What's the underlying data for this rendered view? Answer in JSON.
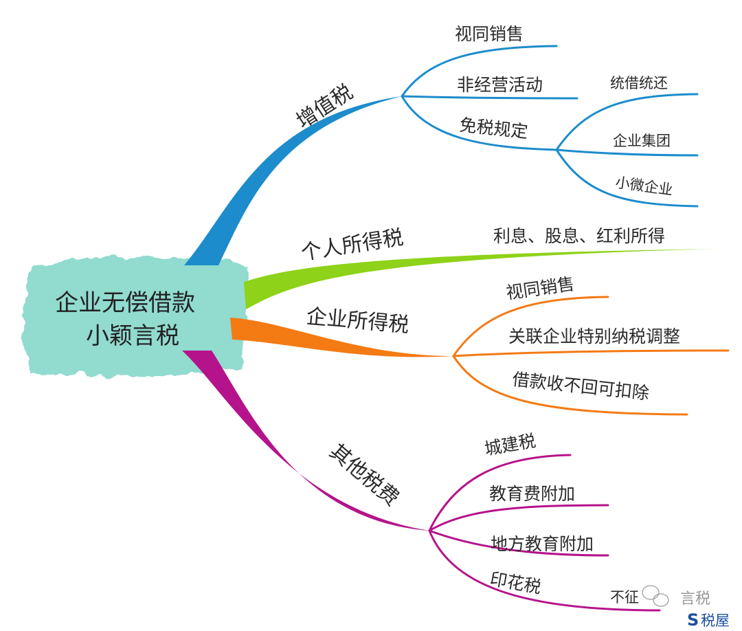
{
  "center": {
    "line1": "企业无偿借款",
    "line2": "小颖言税"
  },
  "colors": {
    "vat": "#1c8ccc",
    "iit": "#8ed219",
    "cit": "#f47a14",
    "other": "#b5138b",
    "center_bg": "#86d8ca"
  },
  "branches": {
    "vat": {
      "label": "增值税",
      "children": [
        "视同销售",
        "非经营活动",
        "免税规定"
      ],
      "exempt_children": [
        "统借统还",
        "企业集团",
        "小微企业"
      ]
    },
    "iit": {
      "label": "个人所得税",
      "children": [
        "利息、股息、红利所得"
      ]
    },
    "cit": {
      "label": "企业所得税",
      "children": [
        "视同销售",
        "关联企业特别纳税调整",
        "借款收不回可扣除"
      ]
    },
    "other": {
      "label": "其他税费",
      "children": [
        "城建税",
        "教育费附加",
        "地方教育附加",
        "印花税"
      ],
      "stamp_note": "不征"
    }
  },
  "watermark": {
    "wechat_name": "言税",
    "brand": "税屋"
  }
}
